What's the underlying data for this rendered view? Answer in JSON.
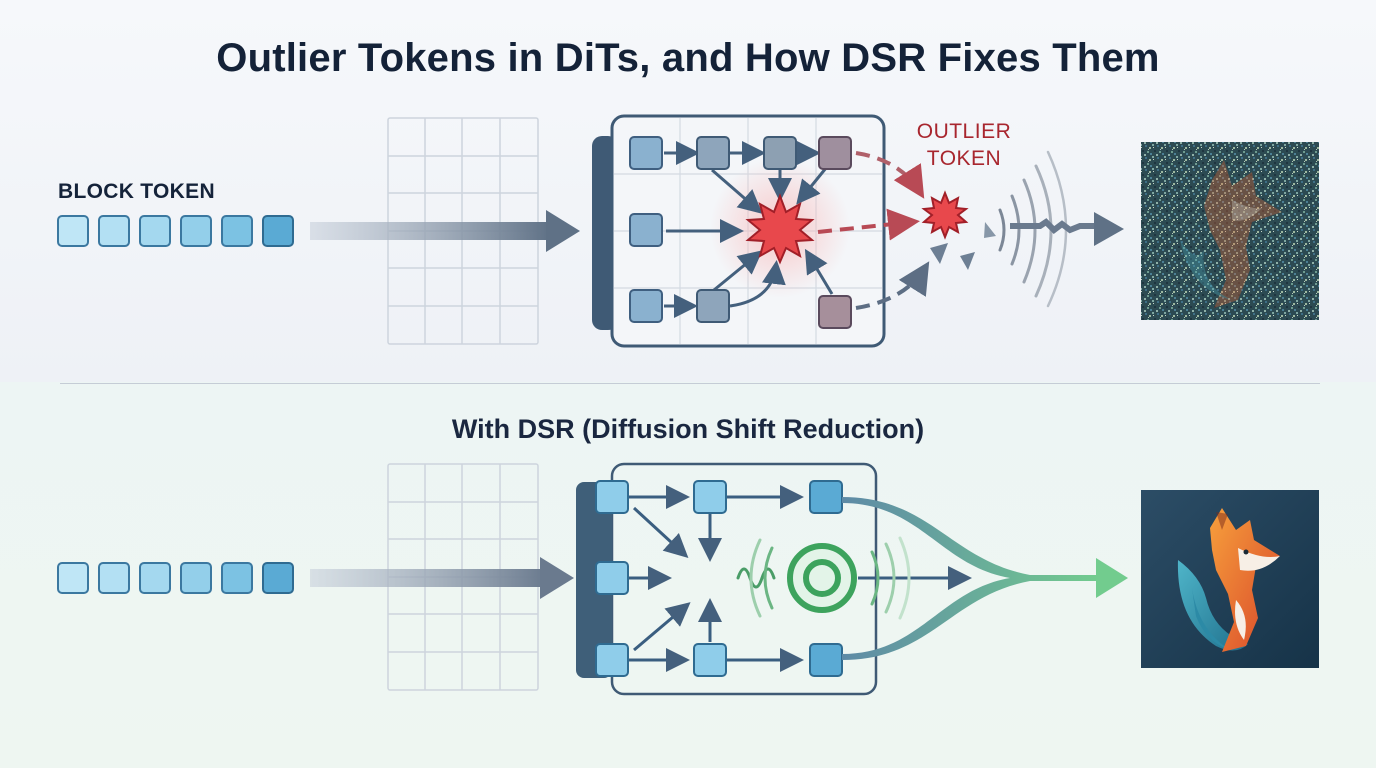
{
  "title": "Outlier Tokens in DiTs, and How DSR Fixes Them",
  "top": {
    "input_label": "BLOCK TOKEN",
    "outlier_label_line1": "OUTLIER",
    "outlier_label_line2": "TOKEN",
    "output_image": "noisy-fox-image"
  },
  "bottom": {
    "heading": "With DSR (Diffusion Shift Reduction)",
    "output_image": "clean-fox-logo"
  },
  "colors": {
    "token_fill": "#a9dbf0",
    "token_stroke": "#3b78a0",
    "outlier_red": "#e8484c",
    "dsr_green": "#3da35d",
    "dark_slate": "#2f4a66"
  }
}
